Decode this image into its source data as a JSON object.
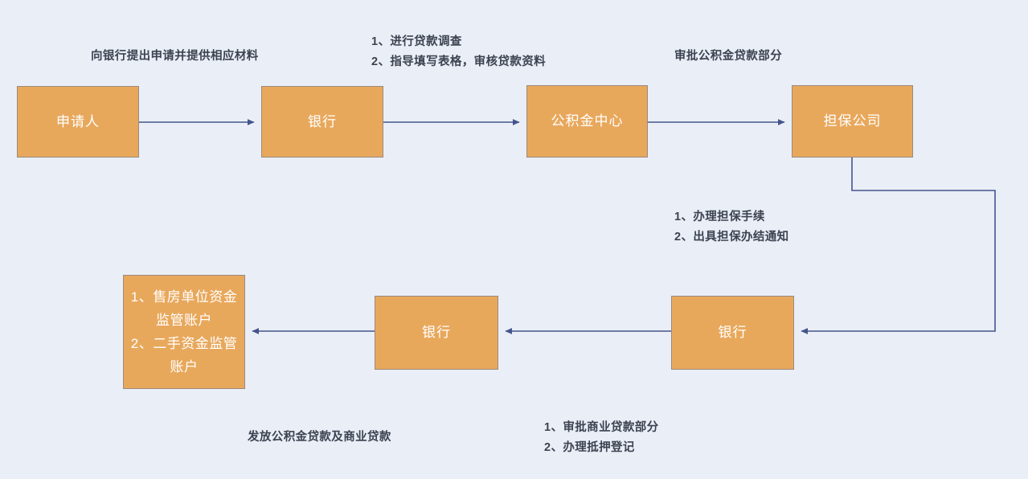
{
  "diagram": {
    "title_text": "",
    "background_color": "#eaeef7",
    "node_fill_color": "#e8a85c",
    "node_border_color": "#9b8a7c",
    "node_text_color": "#ffffff",
    "connector_color": "#44558c",
    "label_text_color": "#3c4350",
    "nodes": [
      {
        "id": "applicant",
        "label": "申请人"
      },
      {
        "id": "bank-top",
        "label": "银行"
      },
      {
        "id": "fund-center",
        "label": "公积金中心"
      },
      {
        "id": "guarantee-co",
        "label": "担保公司"
      },
      {
        "id": "bank-bottom-right",
        "label": "银行"
      },
      {
        "id": "bank-bottom-mid",
        "label": "银行"
      },
      {
        "id": "supervision-accounts",
        "label": "1、售房单位资金监管账户\n2、二手资金监管账户"
      }
    ],
    "edge_labels": [
      {
        "id": "apply-to-bank",
        "text": "向银行提出申请并提供相应材料"
      },
      {
        "id": "loan-investigation",
        "text": "1、进行贷款调查\n2、指导填写表格，审核贷款资料"
      },
      {
        "id": "fund-approval",
        "text": "审批公积金贷款部分"
      },
      {
        "id": "guarantee-steps",
        "text": "1、办理担保手续\n2、出具担保办结通知"
      },
      {
        "id": "commercial-approval",
        "text": "1、审批商业贷款部分\n2、办理抵押登记"
      },
      {
        "id": "disbursement",
        "text": "发放公积金贷款及商业贷款"
      }
    ]
  }
}
